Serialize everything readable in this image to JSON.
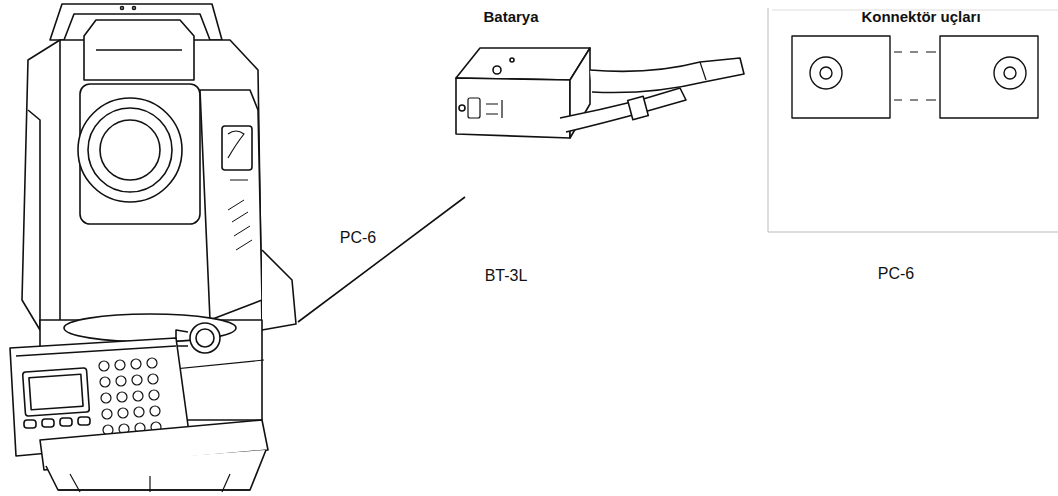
{
  "diagram": {
    "labels": [
      "Batarya",
      "Konnektör uçları",
      "PC-6",
      "BT-3L",
      "PC-6"
    ]
  }
}
